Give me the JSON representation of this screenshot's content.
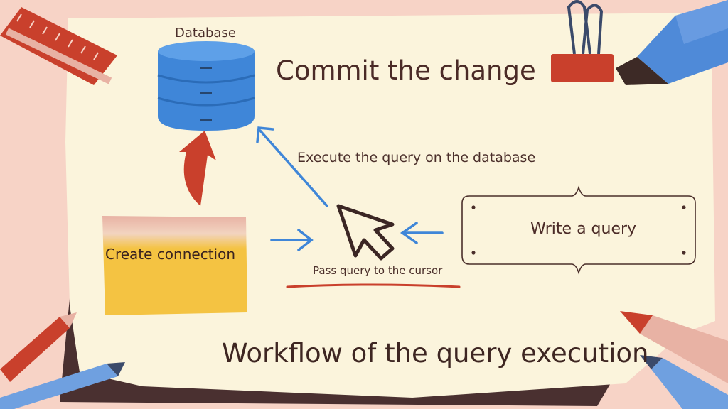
{
  "diagram": {
    "database_label": "Database",
    "commit_text": "Commit the change",
    "execute_text": "Execute the query on the database",
    "write_query_text": "Write a query",
    "create_connection_text": "Create  connection",
    "pass_query_text": "Pass query to the cursor",
    "workflow_title": "Workflow of the query execution"
  },
  "icons": {
    "database": "database-icon",
    "cursor": "mouse-cursor-icon",
    "paper_clip": "binder-clip-icon",
    "marker": "marker-icon",
    "ruler": "ruler-icon",
    "pencils": "pencil-icon"
  },
  "colors": {
    "background": "#f7d3c6",
    "paper": "#fbf4dc",
    "database_blue": "#3f86d8",
    "sticky_note": "#f4c342",
    "arrow_blue": "#3f86d8",
    "curved_arrow_red": "#c9402c",
    "underline_red": "#c9402c"
  }
}
